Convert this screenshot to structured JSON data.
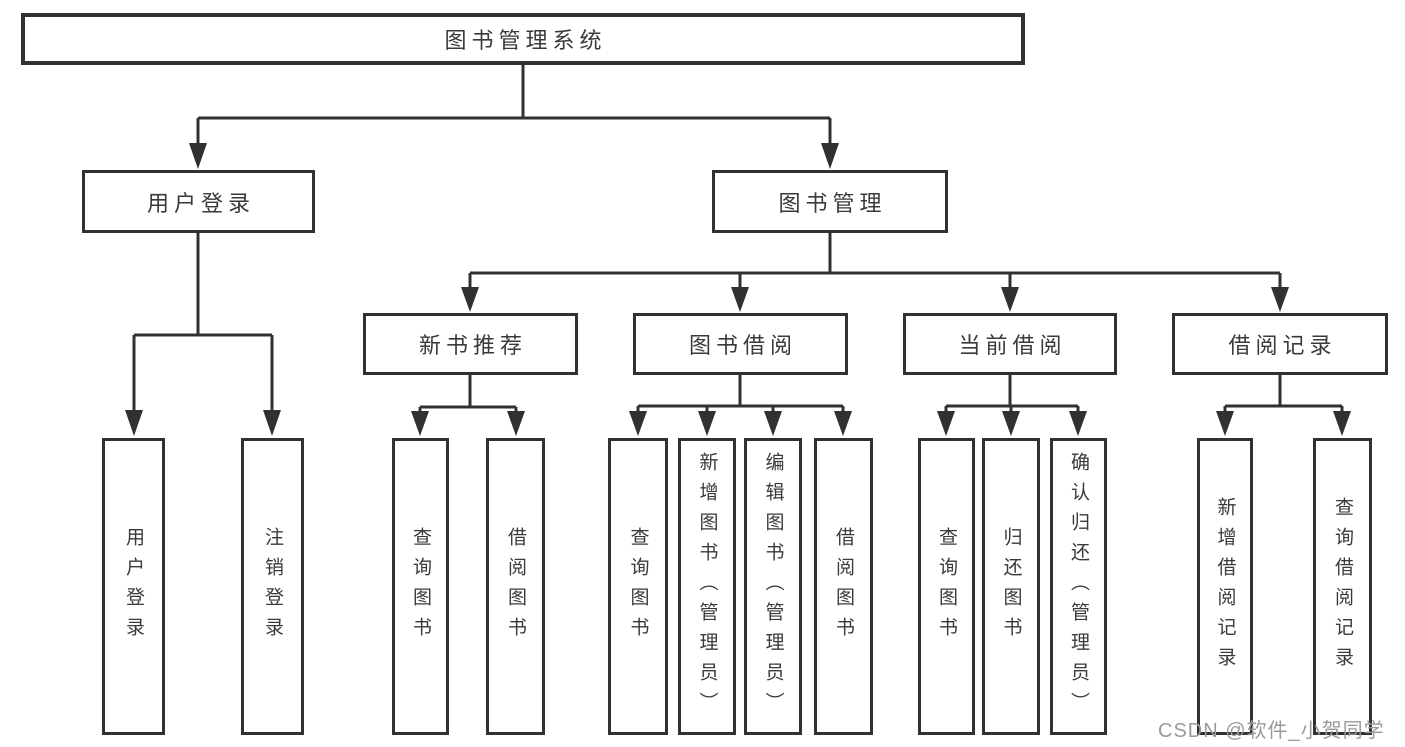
{
  "colors": {
    "line": "#313131",
    "box_border": "#313131",
    "text": "#3a3a3a",
    "watermark": "#9a9a9a",
    "background": "#ffffff"
  },
  "diagram": {
    "root": {
      "label": "图书管理系统"
    },
    "level1": [
      {
        "label": "用户登录",
        "parent": "图书管理系统"
      },
      {
        "label": "图书管理",
        "parent": "图书管理系统"
      }
    ],
    "level2": [
      {
        "label": "新书推荐",
        "parent": "图书管理"
      },
      {
        "label": "图书借阅",
        "parent": "图书管理"
      },
      {
        "label": "当前借阅",
        "parent": "图书管理"
      },
      {
        "label": "借阅记录",
        "parent": "图书管理"
      }
    ],
    "leaves": [
      {
        "label": "用户登录",
        "parent": "用户登录"
      },
      {
        "label": "注销登录",
        "parent": "用户登录"
      },
      {
        "label": "查询图书",
        "parent": "新书推荐"
      },
      {
        "label": "借阅图书",
        "parent": "新书推荐"
      },
      {
        "label": "查询图书",
        "parent": "图书借阅"
      },
      {
        "label": "新增图书（管理员）",
        "parent": "图书借阅"
      },
      {
        "label": "编辑图书（管理员）",
        "parent": "图书借阅"
      },
      {
        "label": "借阅图书",
        "parent": "图书借阅"
      },
      {
        "label": "查询图书",
        "parent": "当前借阅"
      },
      {
        "label": "归还图书",
        "parent": "当前借阅"
      },
      {
        "label": "确认归还（管理员）",
        "parent": "当前借阅"
      },
      {
        "label": "新增借阅记录",
        "parent": "借阅记录"
      },
      {
        "label": "查询借阅记录",
        "parent": "借阅记录"
      }
    ]
  },
  "watermark": {
    "text": "CSDN @软件_小贺同学"
  }
}
